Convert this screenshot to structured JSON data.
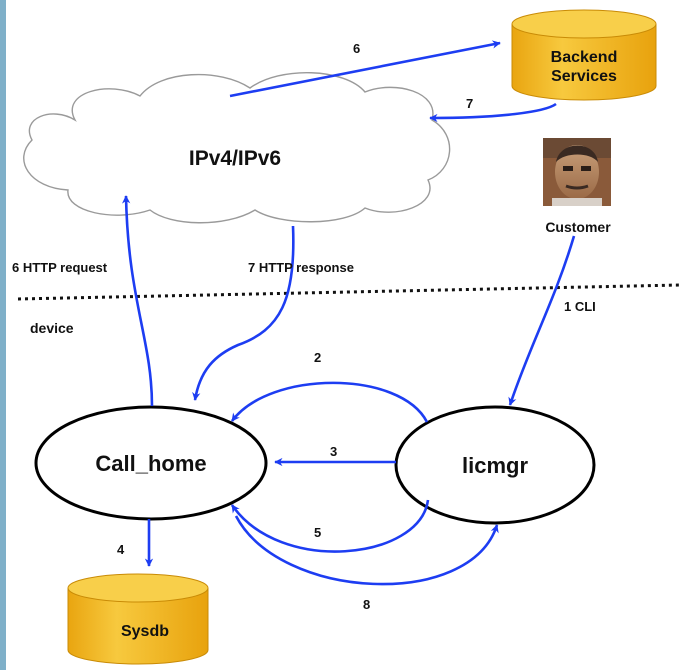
{
  "colors": {
    "arrow": "#1d3df2",
    "database_fill": "#f2b81c",
    "database_top": "#f8cf4a",
    "left_border": "#7fb0c9",
    "ellipse_stroke": "#000000"
  },
  "cloud": {
    "label": "IPv4/IPv6"
  },
  "backend": {
    "line1": "Backend",
    "line2": "Services"
  },
  "customer": {
    "label": "Customer",
    "photo": "person-photo"
  },
  "device_label": "device",
  "nodes": {
    "call_home": "Call_home",
    "licmgr": "licmgr"
  },
  "sysdb": {
    "label": "Sysdb"
  },
  "edges": {
    "e6_backend": "6",
    "e7_backend": "7",
    "http_request": "6 HTTP request",
    "http_response": "7 HTTP response",
    "cli": "1 CLI",
    "e2": "2",
    "e3": "3",
    "e4": "4",
    "e5": "5",
    "e8": "8"
  }
}
